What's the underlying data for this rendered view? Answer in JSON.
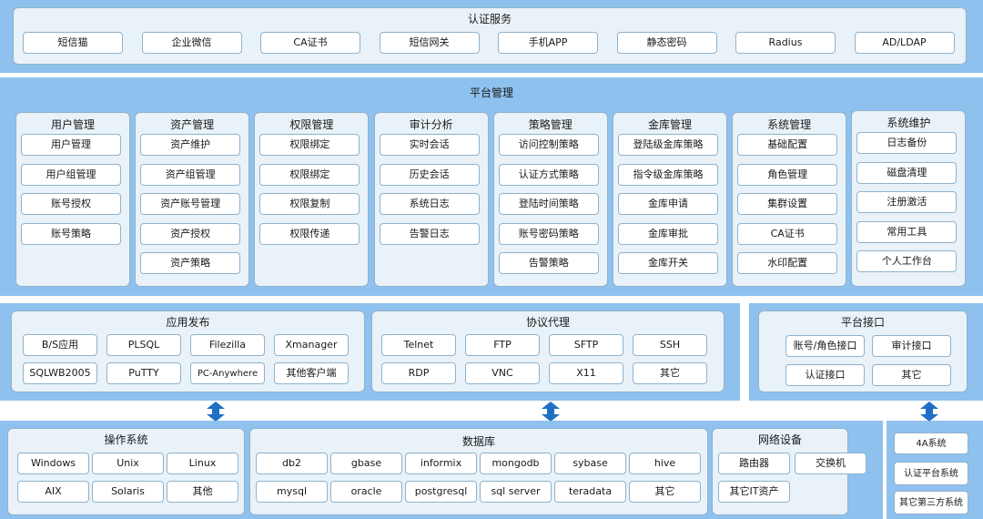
{
  "colors": {
    "band": "#8fc1ee",
    "panel": "#e9f2f8",
    "border": "#8fb2cc",
    "arrow": "#1f6fc5"
  },
  "auth": {
    "title": "认证服务",
    "items": [
      "短信猫",
      "企业微信",
      "CA证书",
      "短信网关",
      "手机APP",
      "静态密码",
      "Radius",
      "AD/LDAP"
    ]
  },
  "platform": {
    "title": "平台管理",
    "groups": [
      {
        "title": "用户管理",
        "items": [
          "用户管理",
          "用户组管理",
          "账号授权",
          "账号策略"
        ]
      },
      {
        "title": "资产管理",
        "items": [
          "资产维护",
          "资产组管理",
          "资产账号管理",
          "资产授权",
          "资产策略"
        ]
      },
      {
        "title": "权限管理",
        "items": [
          "权限绑定",
          "权限绑定",
          "权限复制",
          "权限传递"
        ]
      },
      {
        "title": "审计分析",
        "items": [
          "实时会话",
          "历史会话",
          "系统日志",
          "告警日志"
        ]
      },
      {
        "title": "策略管理",
        "items": [
          "访问控制策略",
          "认证方式策略",
          "登陆时间策略",
          "账号密码策略",
          "告警策略"
        ]
      },
      {
        "title": "金库管理",
        "items": [
          "登陆级金库策略",
          "指令级金库策略",
          "金库申请",
          "金库审批",
          "金库开关"
        ]
      },
      {
        "title": "系统管理",
        "items": [
          "基础配置",
          "角色管理",
          "集群设置",
          "CA证书",
          "水印配置"
        ]
      },
      {
        "title": "系统维护",
        "items": [
          "日志备份",
          "磁盘清理",
          "注册激活",
          "常用工具",
          "个人工作台"
        ]
      }
    ]
  },
  "app_publish": {
    "title": "应用发布",
    "items": [
      "B/S应用",
      "PLSQL",
      "Filezilla",
      "Xmanager",
      "SQLWB2005",
      "PuTTY",
      "PC-Anywhere",
      "其他客户端"
    ]
  },
  "proxy": {
    "title": "协议代理",
    "items": [
      "Telnet",
      "FTP",
      "SFTP",
      "SSH",
      "RDP",
      "VNC",
      "X11",
      "其它"
    ]
  },
  "interface": {
    "title": "平台接口",
    "items": [
      "账号/角色接口",
      "审计接口",
      "认证接口",
      "其它"
    ]
  },
  "os": {
    "title": "操作系统",
    "items": [
      "Windows",
      "Unix",
      "Linux",
      "AIX",
      "Solaris",
      "其他"
    ]
  },
  "db": {
    "title": "数据库",
    "items": [
      "db2",
      "gbase",
      "informix",
      "mongodb",
      "sybase",
      "hive",
      "mysql",
      "oracle",
      "postgresql",
      "sql server",
      "teradata",
      "其它"
    ]
  },
  "net": {
    "title": "网络设备",
    "items": [
      "路由器",
      "交换机",
      "其它IT资产"
    ]
  },
  "external": {
    "items": [
      "4A系统",
      "认证平台系统",
      "其它第三方系统"
    ]
  },
  "arrows": [
    {
      "icon": "double-arrow-icon"
    },
    {
      "icon": "double-arrow-icon"
    },
    {
      "icon": "double-arrow-icon"
    }
  ]
}
